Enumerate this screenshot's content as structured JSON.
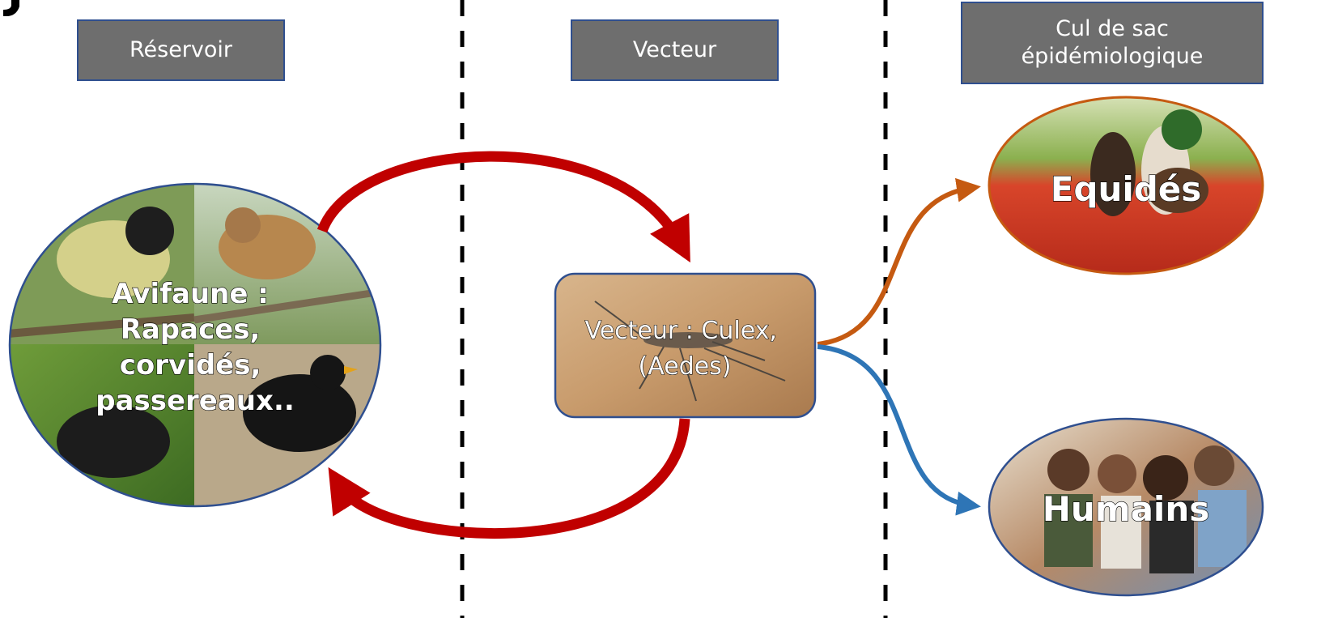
{
  "headers": {
    "reservoir": "Réservoir",
    "vecteur": "Vecteur",
    "cul_de_sac": "Cul de sac\népidémiologique"
  },
  "nodes": {
    "avifaune": [
      "Avifaune :",
      "Rapaces,",
      "corvidés,",
      "passereaux.."
    ],
    "vecteur": [
      "Vecteur : Culex,",
      "(Aedes)"
    ],
    "equides": "Equidés",
    "humains": "Humains"
  },
  "colors": {
    "header_fill": "#6e6e6e",
    "header_border": "#2f4f8f",
    "cycle_arrow": "#c00000",
    "equides_arrow": "#c55a11",
    "humains_arrow": "#2e75b6",
    "node_border": "#2f4f8f",
    "divider": "#000000"
  },
  "icons": {
    "avifaune": "birds-photo-collage",
    "vecteur": "mosquito-photo",
    "equides": "horses-in-poppy-field-photo",
    "humains": "group-of-people-photo"
  }
}
